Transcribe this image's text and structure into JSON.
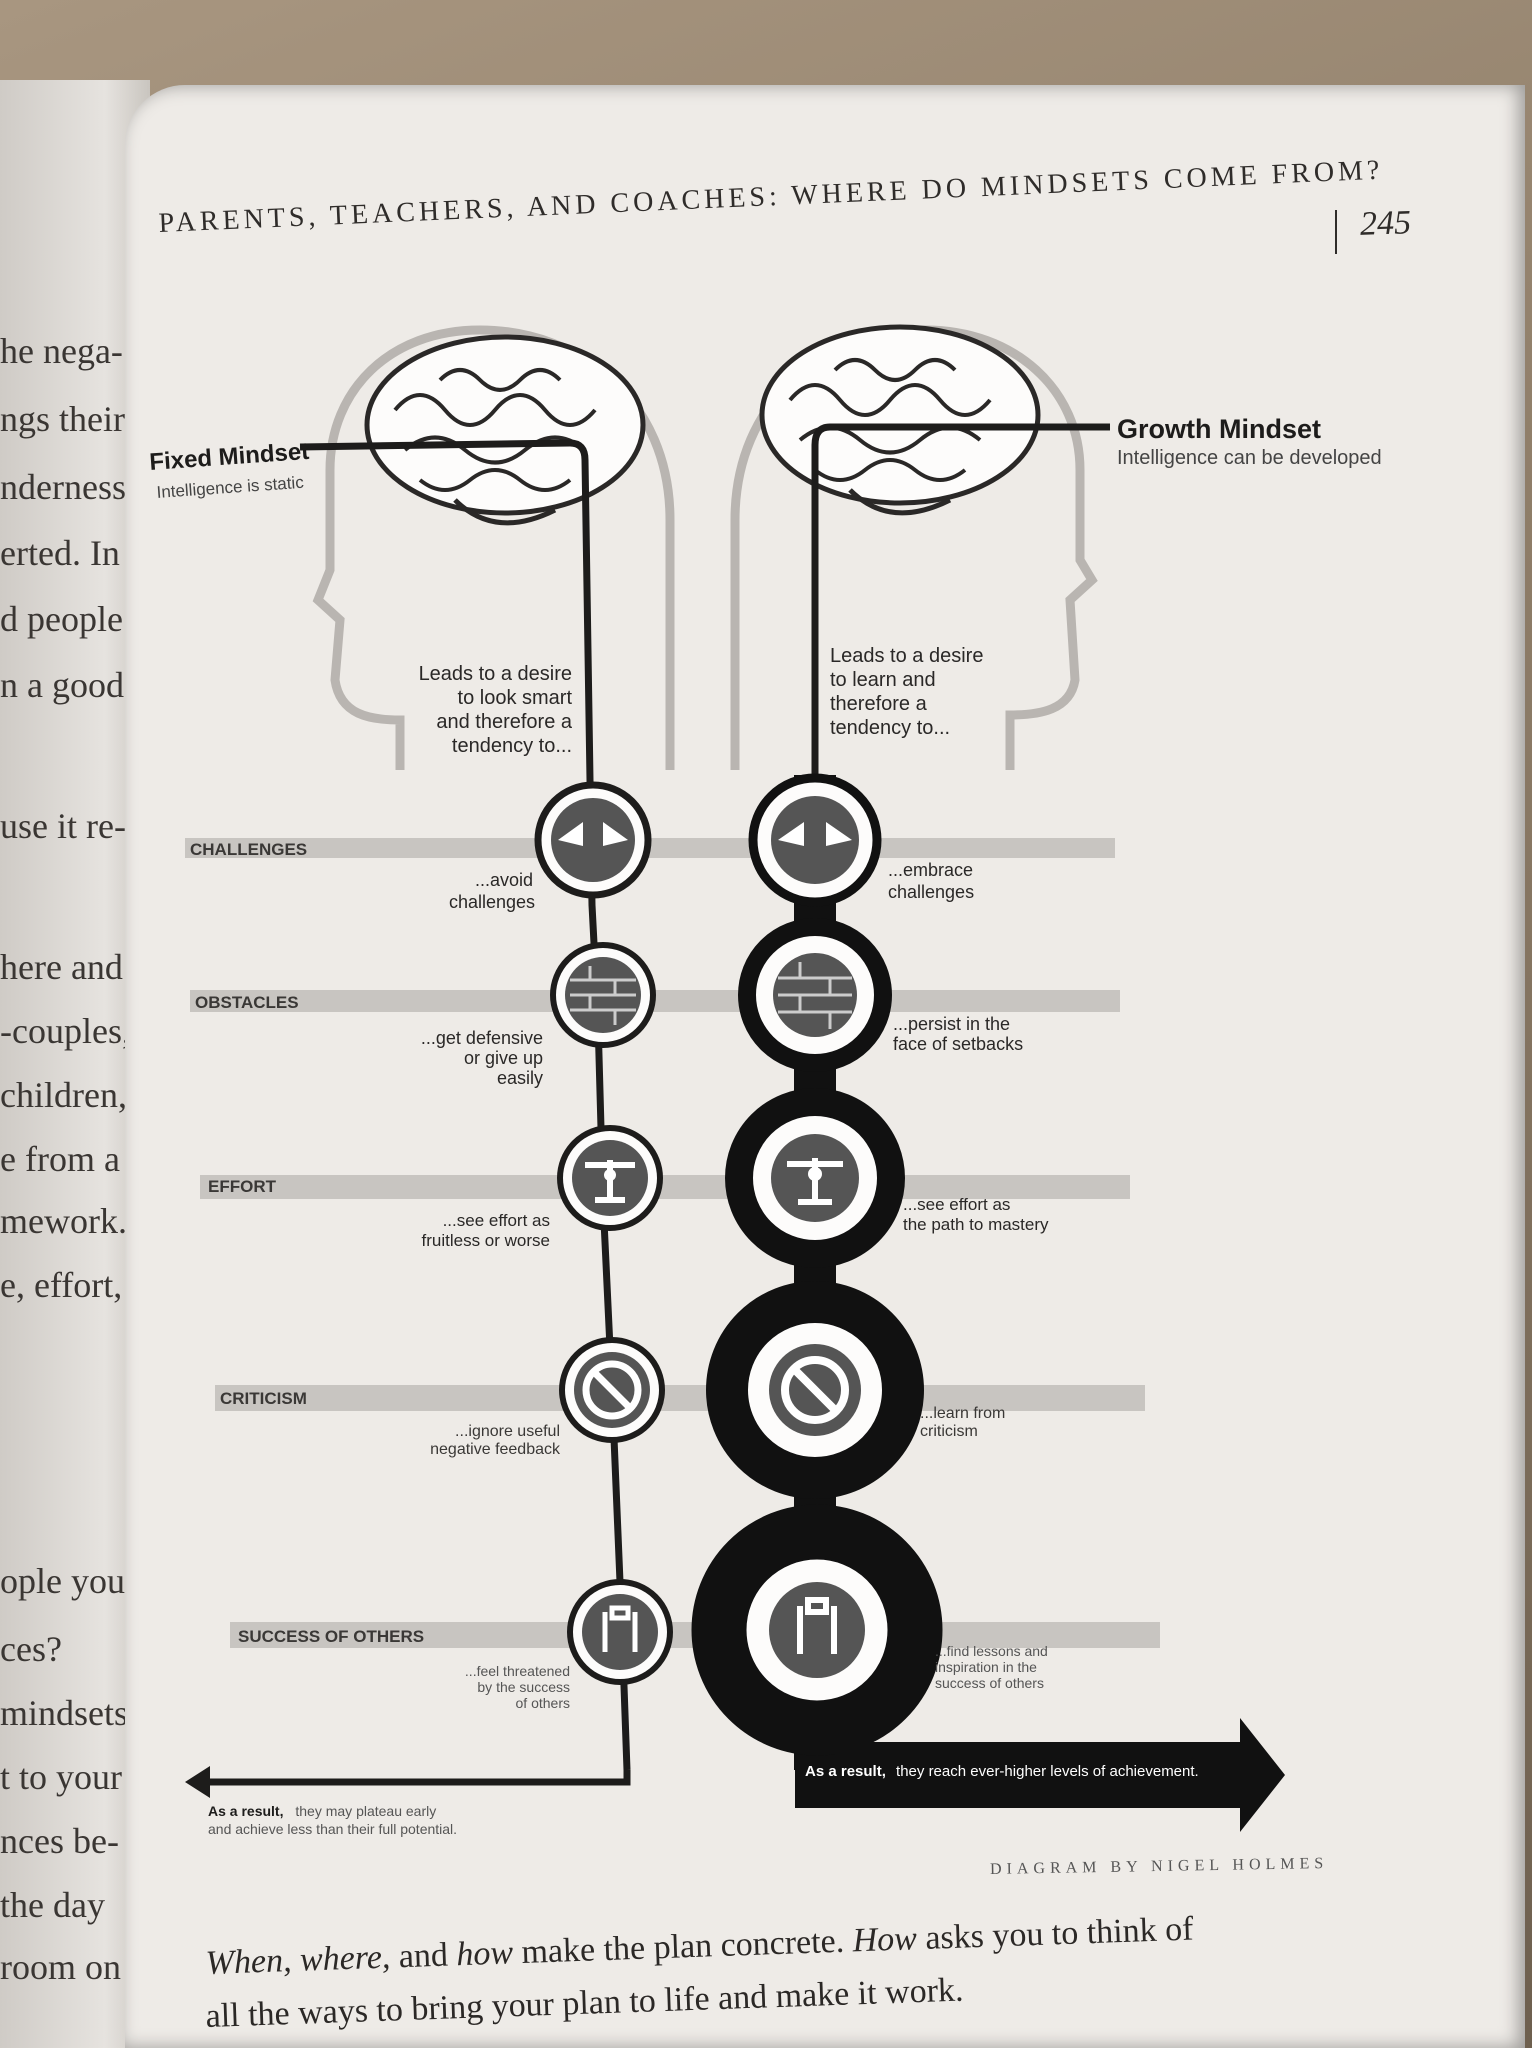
{
  "left_page_fragments": [
    "he nega-",
    "ngs their",
    "nderness",
    "erted. In",
    "d people",
    "n a good",
    "use it re-",
    "here and",
    "-couples,",
    "children,",
    "e from a",
    "mework.",
    "e, effort,",
    "ople you",
    "ces?",
    "mindsets,",
    "t to your",
    "nces be-",
    "the day",
    "room on"
  ],
  "header": {
    "running_head": "PARENTS, TEACHERS, AND COACHES: WHERE DO MINDSETS COME FROM?",
    "page_number": "245"
  },
  "diagram": {
    "fixed": {
      "title": "Fixed Mindset",
      "subtitle": "Intelligence is static",
      "lead": [
        "Leads to a desire",
        "to look smart",
        "and therefore a",
        "tendency to..."
      ],
      "outcome_bold": "As a result,",
      "outcome_rest": "they may plateau early",
      "outcome_line2": "and achieve less than their full potential."
    },
    "growth": {
      "title": "Growth Mindset",
      "subtitle": "Intelligence can be developed",
      "lead": [
        "Leads to a desire",
        "to learn and",
        "therefore a",
        "tendency to..."
      ],
      "outcome_bold": "As a result,",
      "outcome_rest": "they reach ever-higher levels of achievement."
    },
    "rows": [
      {
        "category": "CHALLENGES",
        "icon": "arrows-inward-icon",
        "fixed": [
          "...avoid",
          "challenges"
        ],
        "growth": [
          "...embrace",
          "challenges"
        ]
      },
      {
        "category": "OBSTACLES",
        "icon": "brick-wall-icon",
        "fixed": [
          "...get defensive",
          "or give up",
          "easily"
        ],
        "growth": [
          "...persist in the",
          "face of setbacks"
        ]
      },
      {
        "category": "EFFORT",
        "icon": "weightlifter-icon",
        "fixed": [
          "...see effort as",
          "fruitless or worse"
        ],
        "growth": [
          "...see effort as",
          "the path to mastery"
        ]
      },
      {
        "category": "CRITICISM",
        "icon": "prohibition-icon",
        "fixed": [
          "...ignore useful",
          "negative feedback"
        ],
        "growth": [
          "...learn from",
          "criticism"
        ]
      },
      {
        "category": "SUCCESS OF OTHERS",
        "icon": "laurel-trophy-icon",
        "fixed": [
          "...feel threatened",
          "by the success",
          "of others"
        ],
        "growth": [
          "...find lessons and",
          "inspiration in the",
          "success of others"
        ]
      }
    ]
  },
  "credit": "DIAGRAM BY NIGEL HOLMES",
  "body": {
    "w1": "When,",
    "w2": "where,",
    "w3": "and",
    "w4": "how",
    "w5": "make the plan concrete.",
    "w6": "How",
    "w7": "asks you to think of",
    "line2": "all the ways to bring your plan to life and make it work."
  }
}
